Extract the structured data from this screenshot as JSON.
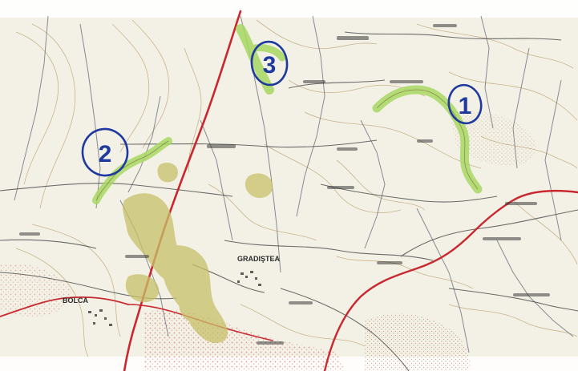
{
  "map": {
    "places": {
      "gradistea": "GRADIŞTEA",
      "bolca": "BOLCA"
    },
    "markers": [
      {
        "id": "1",
        "label": "1"
      },
      {
        "id": "2",
        "label": "2"
      },
      {
        "id": "3",
        "label": "3"
      }
    ],
    "colors": {
      "paper": "#f3f1e6",
      "contour": "#b9a070",
      "stream": "#6f6f7a",
      "road_main": "#c8282e",
      "road_minor": "#3d3d3d",
      "route_highlight": "#a8d862",
      "forest_patch": "#c8c06a",
      "stipple": "#c44a3a",
      "marker_ink": "#1f3a9e"
    }
  }
}
